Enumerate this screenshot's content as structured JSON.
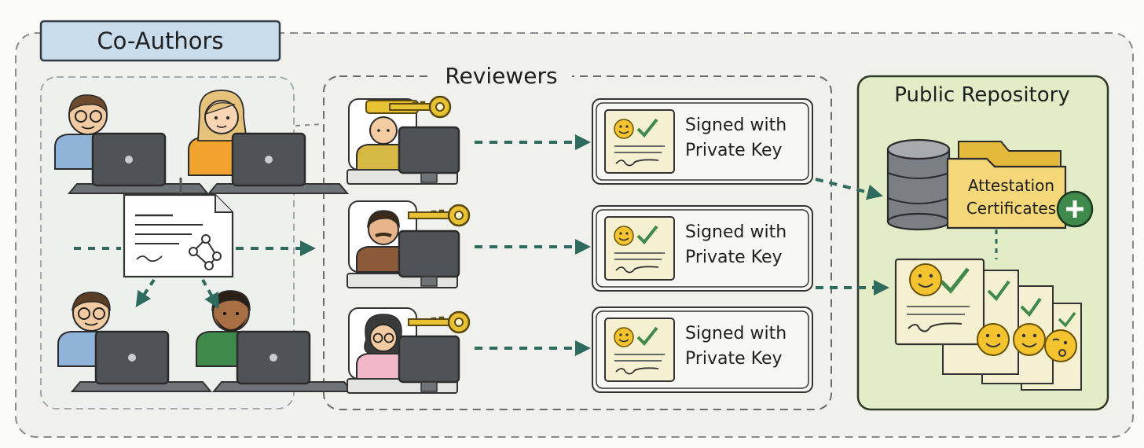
{
  "groups": {
    "coauthors_title": "Co-Authors",
    "reviewers_title": "Reviewers",
    "repository_title": "Public Repository"
  },
  "signatures": [
    {
      "line1": "Signed with",
      "line2": "Private Key"
    },
    {
      "line1": "Signed with",
      "line2": "Private Key"
    },
    {
      "line1": "Signed with",
      "line2": "Private Key"
    }
  ],
  "repository": {
    "folder_line1": "Attestation",
    "folder_line2": "Certificates"
  },
  "colors": {
    "arrow": "#2e6b5e",
    "panel_bg": "#f0f1ed",
    "repo_bg": "#e2ecc6",
    "label_bg": "#c8dcec",
    "key": "#e8c233",
    "document": "#f6f0d2",
    "smiley": "#f4c430",
    "check": "#3f8a4a",
    "laptop": "#4f5358"
  },
  "icons": [
    "key-icon",
    "smiley-icon",
    "checkmark-icon",
    "database-icon",
    "folder-icon",
    "plus-icon",
    "laptop-icon",
    "monitor-icon",
    "document-icon",
    "network-icon"
  ]
}
